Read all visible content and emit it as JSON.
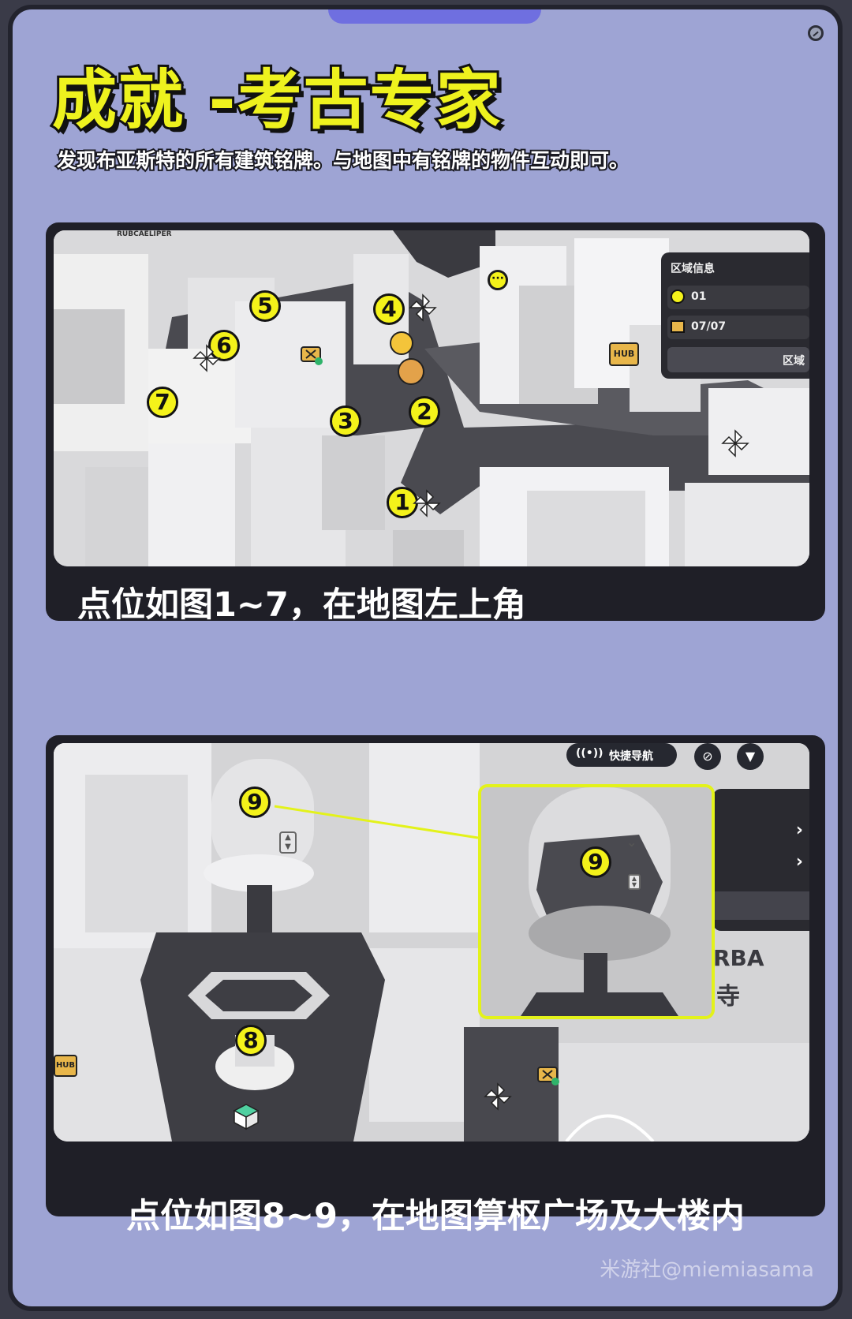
{
  "header": {
    "title": "成就 -考古专家",
    "description": "发现布亚斯特的所有建筑铭牌。与地图中有铭牌的物件互动即可。"
  },
  "card1": {
    "caption": "点位如图1~7，在地图左上角",
    "markers": [
      "1",
      "2",
      "3",
      "4",
      "5",
      "6",
      "7"
    ],
    "panel": {
      "title": "区域信息",
      "row1_value": "01",
      "row2_value": "07/07",
      "button_label": "区域"
    },
    "hub_label": "HUB",
    "top_small_text": "RUBCAELIPER"
  },
  "card2": {
    "caption": "点位如图8~9，在地图算枢广场及大楼内",
    "markers": [
      "9",
      "8"
    ],
    "inset_marker": "9",
    "nav_label": "快捷导航",
    "hub_label": "HUB",
    "side_text": "RBA",
    "side_text_2": "寺"
  },
  "watermark": "米游社@miemiasama",
  "colors": {
    "frame": "#9ea4d4",
    "marker_yellow": "#f4f21a",
    "title_yellow": "#eef21e",
    "card_dark": "#1f1f27",
    "inset_border": "#e3f21a"
  },
  "icons": [
    "pinwheel-icon",
    "treasure-chest-icon",
    "hub-sign-icon",
    "chat-bubble-icon",
    "compass-icon",
    "filter-icon",
    "signal-icon",
    "elevator-icon",
    "cube-icon"
  ]
}
